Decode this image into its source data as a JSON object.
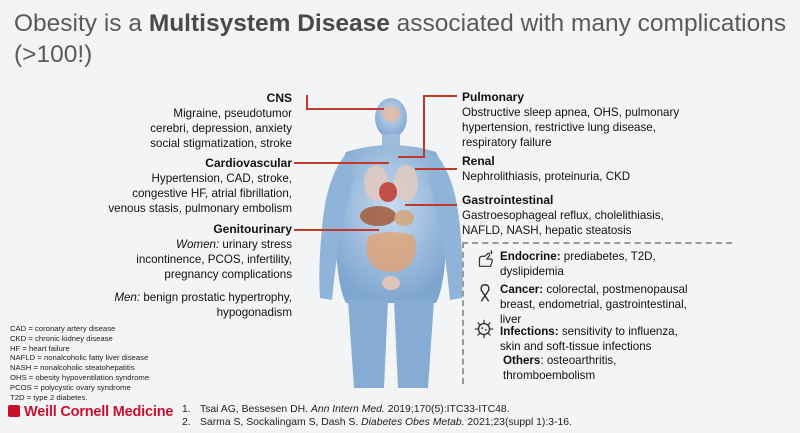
{
  "title": {
    "prefix": "Obesity is a ",
    "bold": "Multisystem Disease",
    "suffix": " associated with many complications",
    "line2": "(>100!)"
  },
  "cns": {
    "heading": "CNS",
    "lines": [
      "Migraine, pseudotumor",
      "cerebri, depression, anxiety",
      "social stigmatization, stroke"
    ]
  },
  "cardio": {
    "heading": "Cardiovascular",
    "lines": [
      "Hypertension, CAD, stroke,",
      "congestive HF, atrial fibrillation,",
      "venous stasis, pulmonary embolism"
    ]
  },
  "gu": {
    "heading": "Genitourinary",
    "women_label": "Women:",
    "women_rest": " urinary stress",
    "lines": [
      "incontinence, PCOS, infertility,",
      "pregnancy complications"
    ],
    "men_label": "Men:",
    "men_rest": " benign prostatic hypertrophy,",
    "men_line2": "hypogonadism"
  },
  "pulm": {
    "heading": "Pulmonary",
    "lines": [
      "Obstructive sleep apnea, OHS, pulmonary",
      "hypertension, restrictive lung disease,",
      "respiratory failure"
    ]
  },
  "renal": {
    "heading": "Renal",
    "lines": [
      "Nephrolithiasis, proteinuria, CKD"
    ]
  },
  "gi": {
    "heading": "Gastrointestinal",
    "lines": [
      "Gastroesophageal reflux, cholelithiasis,",
      "NAFLD, NASH, hepatic steatosis"
    ]
  },
  "endocrine": {
    "label": "Endocrine:",
    "rest": " prediabetes, T2D,",
    "line2": "dyslipidemia",
    "icon": "hand-drop-icon"
  },
  "cancer": {
    "label": "Cancer:",
    "rest": " colorectal, postmenopausal",
    "lines": [
      "breast, endometrial, gastrointestinal,",
      "liver"
    ],
    "icon": "ribbon-icon"
  },
  "infections": {
    "label": "Infections:",
    "rest": " sensitivity to influenza,",
    "line2": "skin and soft-tissue infections",
    "icon": "virus-icon"
  },
  "others": {
    "label": "Others",
    "rest": ": osteoarthritis,",
    "line2": "thromboembolism"
  },
  "abbreviations": [
    "CAD = coronary artery disease",
    "CKD = chronic kidney disease",
    "HF = heart failure",
    "NAFLD = nonalcoholic fatty liver disease",
    "NASH = nonalcoholic steatohepatitis",
    "OHS = obesity hypoventilation syndrome",
    "PCOS = polycystic ovary syndrome",
    "T2D = type 2 diabetes."
  ],
  "references": [
    {
      "num": "1.",
      "authors": "Tsai AG, Bessesen DH. ",
      "journal": "Ann Intern Med.",
      "rest": " 2019;170(5):ITC33-ITC48."
    },
    {
      "num": "2.",
      "authors": "Sarma S, Sockalingam S, Dash S. ",
      "journal": "Diabetes Obes Metab.",
      "rest": " 2021;23(suppl 1):3-16."
    }
  ],
  "logo": {
    "text": "Weill Cornell Medicine"
  },
  "colors": {
    "accent": "#c0392b",
    "body": "#8fb3d9",
    "brand": "#c8102e"
  }
}
